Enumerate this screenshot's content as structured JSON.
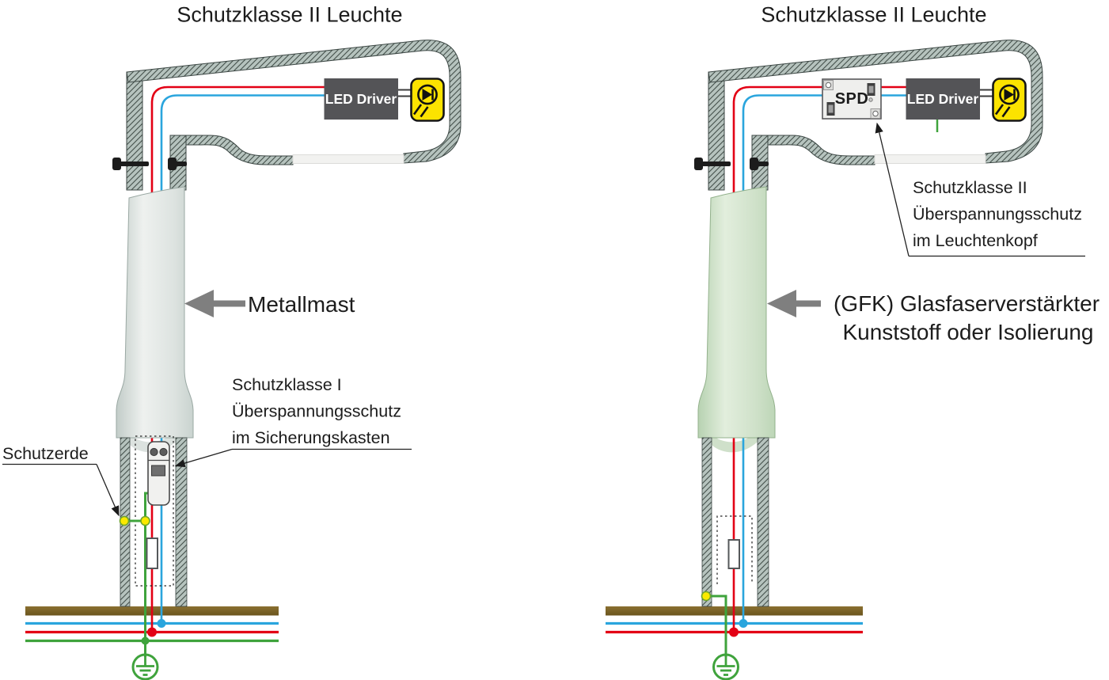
{
  "diagrams": {
    "left": {
      "title": "Schutzklasse II Leuchte",
      "led_driver": "LED Driver",
      "mast_label": "Metallmast",
      "surge_note": {
        "line1": "Schutzklasse I",
        "line2": "Überspannungsschutz",
        "line3": "im Sicherungskasten"
      },
      "earth_label": "Schutzerde"
    },
    "right": {
      "title": "Schutzklasse II Leuchte",
      "spd_label": "SPD",
      "led_driver": "LED Driver",
      "surge_note": {
        "line1": "Schutzklasse II",
        "line2": "Überspannungsschutz",
        "line3": "im Leuchtenkopf"
      },
      "mast_note": {
        "line1": "(GFK) Glasfaserverstärkter",
        "line2": "Kunststoff oder Isolierung"
      }
    },
    "colors": {
      "phase_red": "#e30015",
      "neutral_blue": "#2aa5dd",
      "earth_green": "#3fa33c",
      "terminal_yellow": "#fbe900",
      "soil_brown": "#7c6428",
      "led_symbol_yellow": "#fce300",
      "driver_gray": "#545457",
      "housing_hatch": "#b6c3be",
      "metal_mast": "#dfe6e3",
      "gfk_mast": "#cfe2ca"
    }
  }
}
